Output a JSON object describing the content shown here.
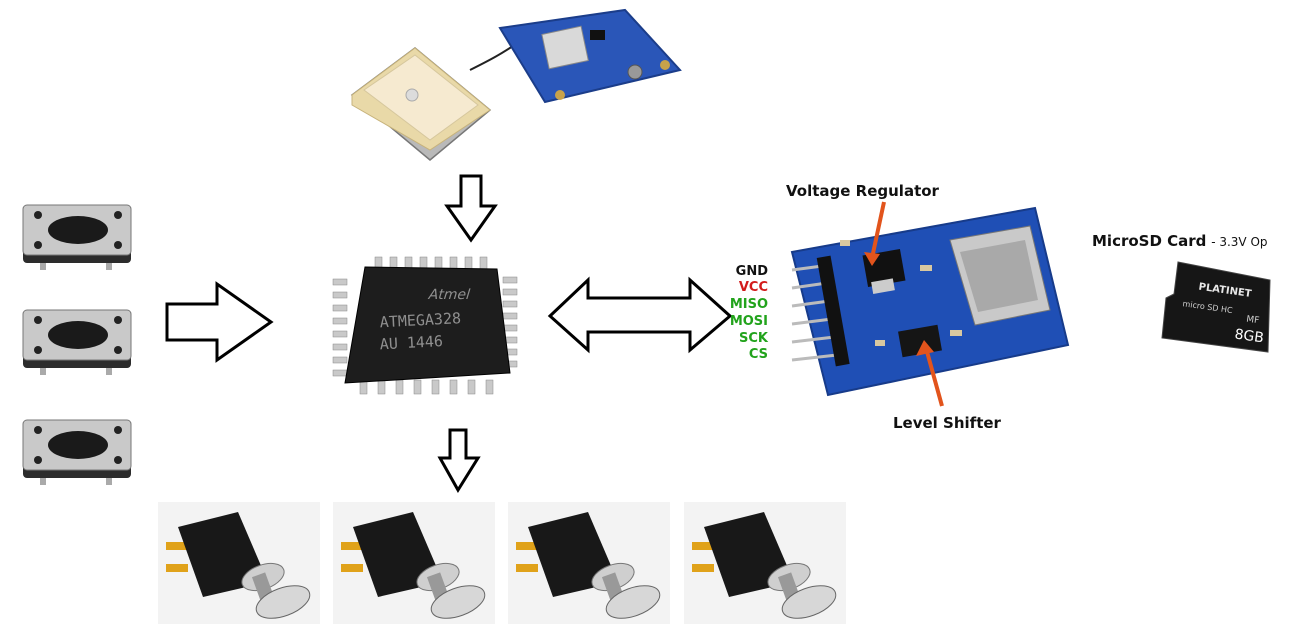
{
  "sd_module": {
    "pins": [
      {
        "label": "GND",
        "color": "#111111"
      },
      {
        "label": "VCC",
        "color": "#d21b1b"
      },
      {
        "label": "MISO",
        "color": "#22a31c"
      },
      {
        "label": "MOSI",
        "color": "#22a31c"
      },
      {
        "label": "SCK",
        "color": "#22a31c"
      },
      {
        "label": "CS",
        "color": "#22a31c"
      }
    ],
    "callout_regulator": "Voltage Regulator",
    "callout_shifter": "Level Shifter",
    "board_color": "#1f4fb5",
    "arrow_color": "#e2541c"
  },
  "microsd_card": {
    "title": "MicroSD Card",
    "note": "- 3.3V Op",
    "brand": "PLATINET",
    "capacity": "8GB",
    "logo": "micro SD HC",
    "class_text": "MF"
  },
  "mcu": {
    "brand": "Atmel",
    "part": "ATMEGA328",
    "date_code": "AU 1446"
  },
  "gps_module": {
    "board_color": "#2a56b8"
  }
}
